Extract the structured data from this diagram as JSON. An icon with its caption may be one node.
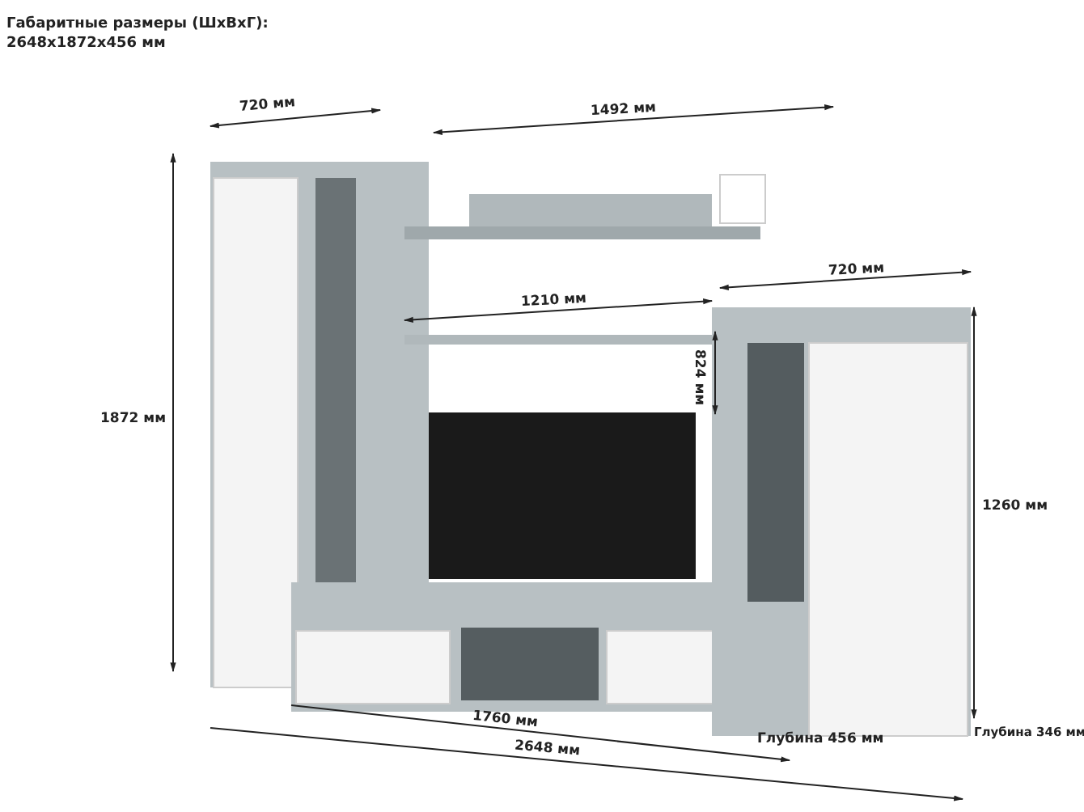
{
  "diagram": {
    "title": "Габаритные размеры (ШхВхГ): 2648х1872х456 мм",
    "labels": [
      "720 мм",
      "1492 мм",
      "720 мм",
      "1210 мм",
      "824 мм",
      "1872 мм",
      "1260 мм",
      "1760 мм",
      "Глубина 456 мм",
      "2648 мм",
      "Глубина 346 мм"
    ]
  }
}
